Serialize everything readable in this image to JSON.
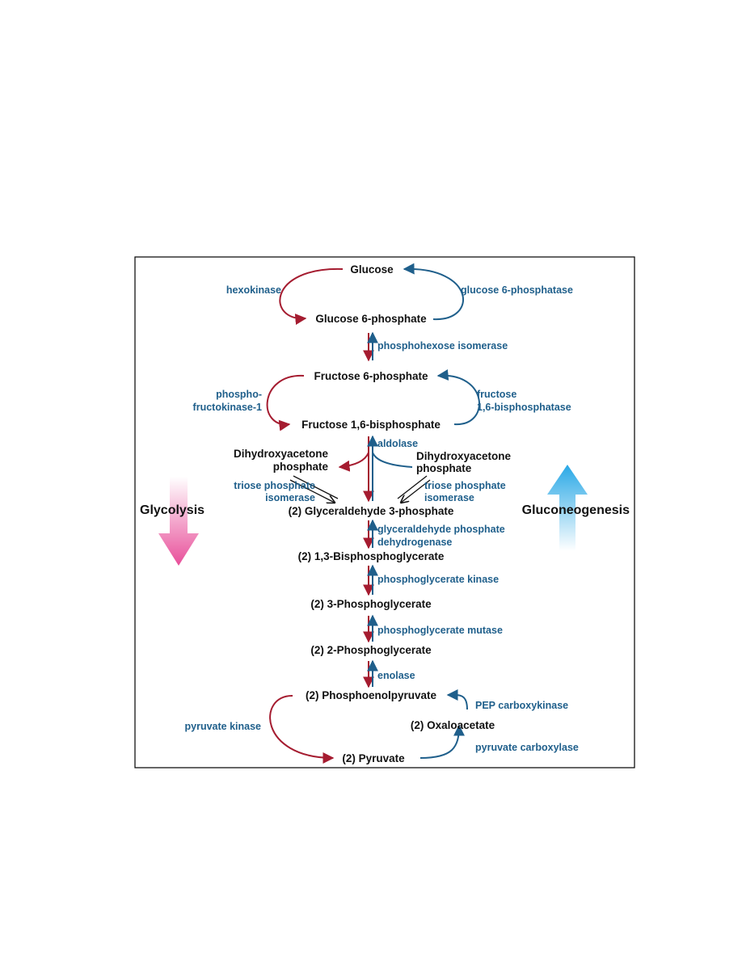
{
  "metabolites": {
    "glucose": "Glucose",
    "glucose_6_phosphate": "Glucose 6-phosphate",
    "fructose_6_phosphate": "Fructose 6-phosphate",
    "fructose_1_6_bisphosphate": "Fructose 1,6-bisphosphate",
    "dhap_left_line1": "Dihydroxyacetone",
    "dhap_left_line2": "phosphate",
    "dhap_right_line1": "Dihydroxyacetone",
    "dhap_right_line2": "phosphate",
    "glyceraldehyde_3_phosphate": "(2) Glyceraldehyde 3-phosphate",
    "bisphosphoglycerate_1_3": "(2) 1,3-Bisphosphoglycerate",
    "phosphoglycerate_3": "(2) 3-Phosphoglycerate",
    "phosphoglycerate_2": "(2) 2-Phosphoglycerate",
    "phosphoenolpyruvate": "(2) Phosphoenolpyruvate",
    "oxaloacetate": "(2) Oxaloacetate",
    "pyruvate": "(2) Pyruvate"
  },
  "enzymes": {
    "hexokinase": "hexokinase",
    "glucose_6_phosphatase": "glucose 6-phosphatase",
    "phosphohexose_isomerase": "phosphohexose isomerase",
    "pfk_line1": "phospho-",
    "pfk_line2": "fructokinase-1",
    "fbpase_line1": "fructose",
    "fbpase_line2": "1,6-bisphosphatase",
    "aldolase": "aldolase",
    "tpi_left_line1": "triose phosphate",
    "tpi_left_line2": "isomerase",
    "tpi_right_line1": "triose phosphate",
    "tpi_right_line2": "isomerase",
    "gapdh_line1": "glyceraldehyde phosphate",
    "gapdh_line2": "dehydrogenase",
    "phosphoglycerate_kinase": "phosphoglycerate kinase",
    "phosphoglycerate_mutase": "phosphoglycerate mutase",
    "enolase": "enolase",
    "pyruvate_kinase": "pyruvate kinase",
    "pep_carboxykinase": "PEP carboxykinase",
    "pyruvate_carboxylase": "pyruvate carboxylase"
  },
  "pathways": {
    "glycolysis": "Glycolysis",
    "gluconeogenesis": "Gluconeogenesis"
  },
  "colors": {
    "glycolysis_arrow": "#a51c30",
    "gluconeogenesis_arrow": "#1f5f8b",
    "enzyme_text": "#1f5f8b",
    "glycolysis_gradient": "#e84f9a",
    "gluconeogenesis_gradient": "#29a8e6"
  }
}
